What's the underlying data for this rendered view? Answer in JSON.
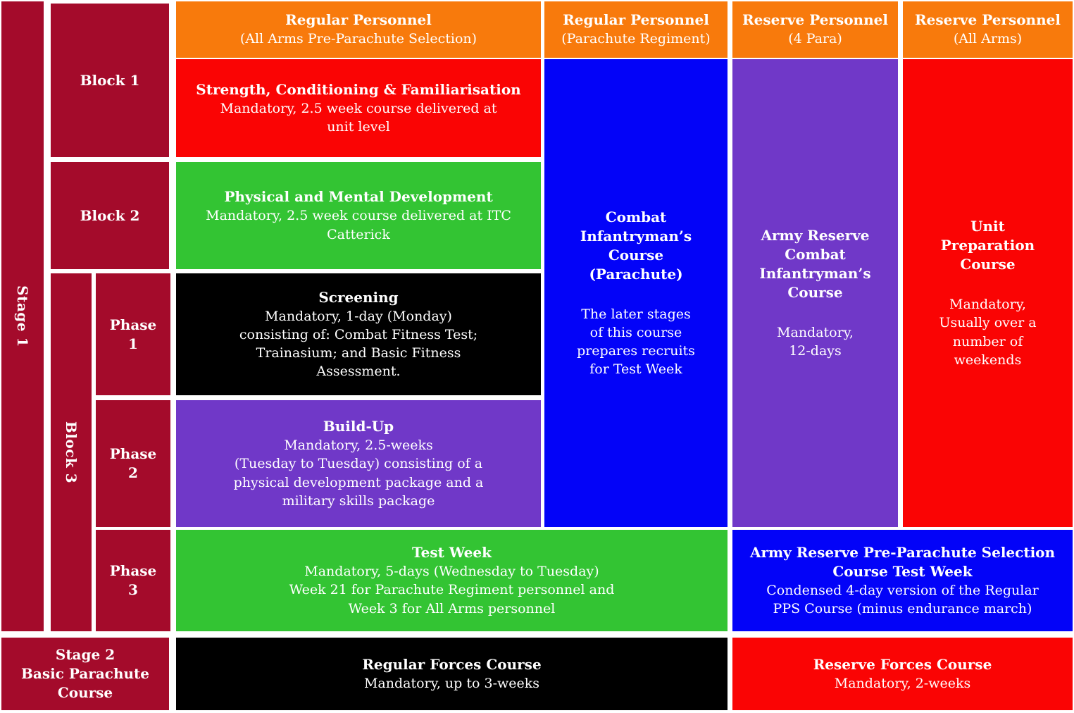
{
  "palette": {
    "crimson": "#A40B2B",
    "orange": "#F87A0C",
    "red": "#FA0404",
    "green": "#33C433",
    "black": "#000000",
    "purple": "#7038C8",
    "blue": "#0303F8",
    "text": "#FFFFFF",
    "background": "#FFFFFF"
  },
  "side": {
    "stage1": "Stage 1",
    "block1": "Block 1",
    "block2": "Block 2",
    "block3": "Block 3",
    "phase1": [
      "Phase",
      "1"
    ],
    "phase2": [
      "Phase",
      "2"
    ],
    "phase3": [
      "Phase",
      "3"
    ],
    "stage2": [
      "Stage 2",
      "Basic Parachute",
      "Course"
    ]
  },
  "headers": {
    "regular_all_arms": {
      "title": "Regular Personnel",
      "subtitle": "(All Arms Pre-Parachute Selection)"
    },
    "regular_para_regt": {
      "title": "Regular Personnel",
      "subtitle": "(Parachute Regiment)"
    },
    "reserve_4para": {
      "title": "Reserve Personnel",
      "subtitle": "(4 Para)"
    },
    "reserve_all_arms": {
      "title": "Reserve Personnel",
      "subtitle": "(All Arms)"
    }
  },
  "courses": {
    "strength_conditioning": {
      "title": "Strength, Conditioning & Familiarisation",
      "body": [
        "Mandatory, 2.5 week course delivered at",
        "unit level"
      ]
    },
    "physical_mental": {
      "title": "Physical and Mental Development",
      "body": [
        "Mandatory, 2.5 week course delivered at ITC",
        "Catterick"
      ]
    },
    "screening": {
      "title": "Screening",
      "body": [
        "Mandatory, 1-day (Monday)",
        "consisting of: Combat Fitness Test;",
        "Trainasium; and Basic Fitness",
        "Assessment."
      ]
    },
    "build_up": {
      "title": "Build-Up",
      "body": [
        "Mandatory, 2.5-weeks",
        "(Tuesday to Tuesday) consisting of a",
        "physical development package and a",
        "military skills package"
      ]
    },
    "test_week": {
      "title": "Test Week",
      "body": [
        "Mandatory, 5-days (Wednesday to Tuesday)",
        "Week 21 for Parachute Regiment personnel and",
        "Week 3 for All Arms personnel"
      ]
    },
    "combat_infantryman": {
      "title": [
        "Combat",
        "Infantryman’s",
        "Course",
        "(Parachute)"
      ],
      "body": [
        "The later stages",
        "of this course",
        "prepares recruits",
        "for Test Week"
      ]
    },
    "ar_combat_infantryman": {
      "title": [
        "Army Reserve",
        "Combat",
        "Infantryman’s",
        "Course"
      ],
      "body": [
        "Mandatory,",
        "12-days"
      ]
    },
    "unit_preparation": {
      "title": [
        "Unit",
        "Preparation",
        "Course"
      ],
      "body": [
        "Mandatory,",
        "Usually over a",
        "number of",
        "weekends"
      ]
    },
    "ar_pps_test_week": {
      "title": [
        "Army Reserve Pre-Parachute Selection",
        "Course Test Week"
      ],
      "body": [
        "Condensed 4-day version of the Regular",
        "PPS Course (minus endurance march)"
      ]
    },
    "regular_forces": {
      "title": "Regular Forces Course",
      "body": "Mandatory, up to 3-weeks"
    },
    "reserve_forces": {
      "title": "Reserve Forces Course",
      "body": "Mandatory, 2-weeks"
    }
  }
}
